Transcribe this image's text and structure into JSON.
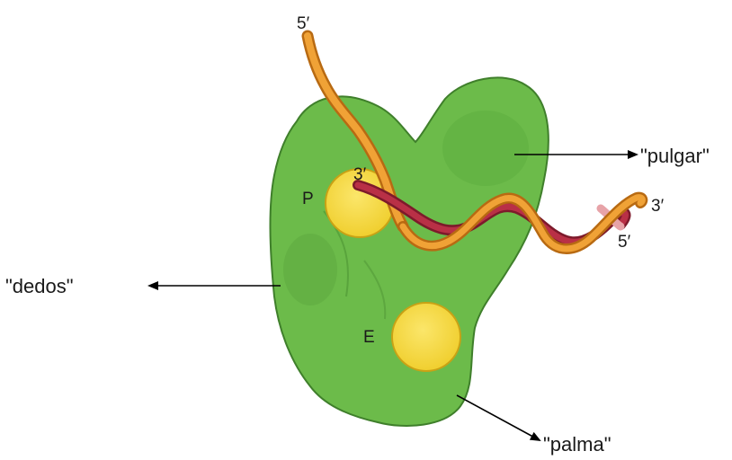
{
  "labels": {
    "thumb": "\"pulgar\"",
    "fingers": "\"dedos\"",
    "palm": "\"palma\"",
    "site_p": "P",
    "site_e": "E",
    "strand_top_5": "5′",
    "strand_inner_3": "3′",
    "strand_right_3": "3′",
    "strand_right_5": "5′"
  },
  "colors": {
    "protein_body": "#6cbb4a",
    "protein_shade": "#4f9a38",
    "site_fill": "#f6d940",
    "site_edge": "#c9a215",
    "strand_orange": "#e3922a",
    "strand_red": "#a8283c",
    "strand_pink": "#e39a9a",
    "arrow": "#000000"
  }
}
